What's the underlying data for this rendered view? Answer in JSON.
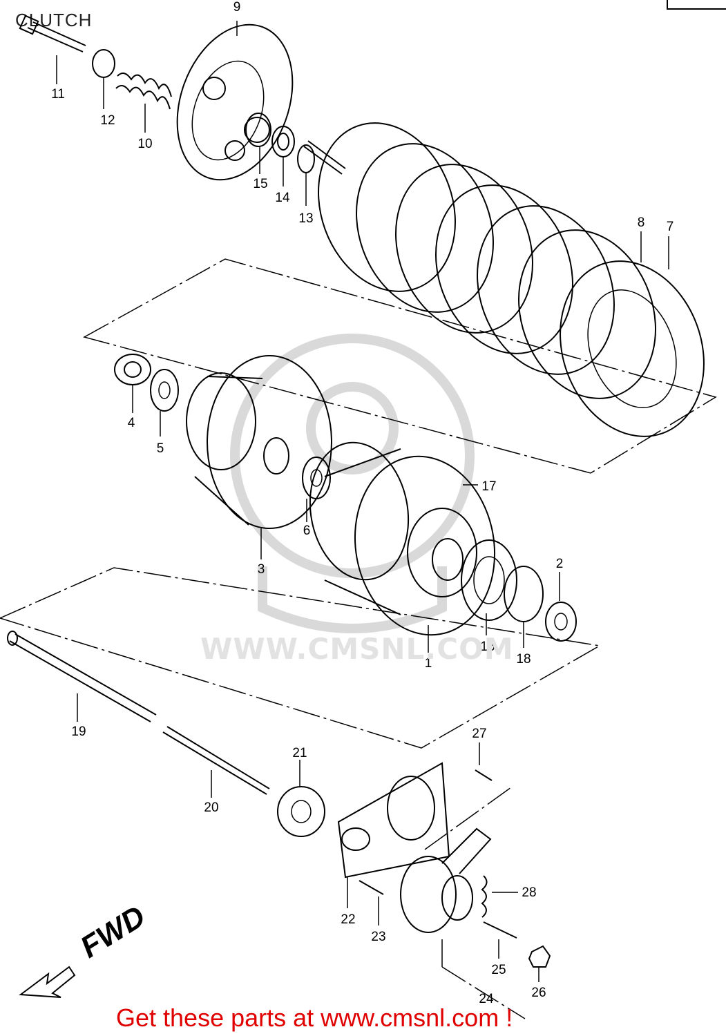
{
  "title": "CLUTCH",
  "watermark": "WWW.CMSNL.COM",
  "promo": "Get these parts at www.cmsnl.com !",
  "direction_label": "FWD",
  "part_numbers": [
    "1",
    "2",
    "3",
    "4",
    "5",
    "6",
    "7",
    "8",
    "9",
    "10",
    "11",
    "12",
    "13",
    "14",
    "15",
    "16",
    "17",
    "18",
    "19",
    "20",
    "21",
    "22",
    "23",
    "24",
    "25",
    "26",
    "27",
    "28"
  ]
}
